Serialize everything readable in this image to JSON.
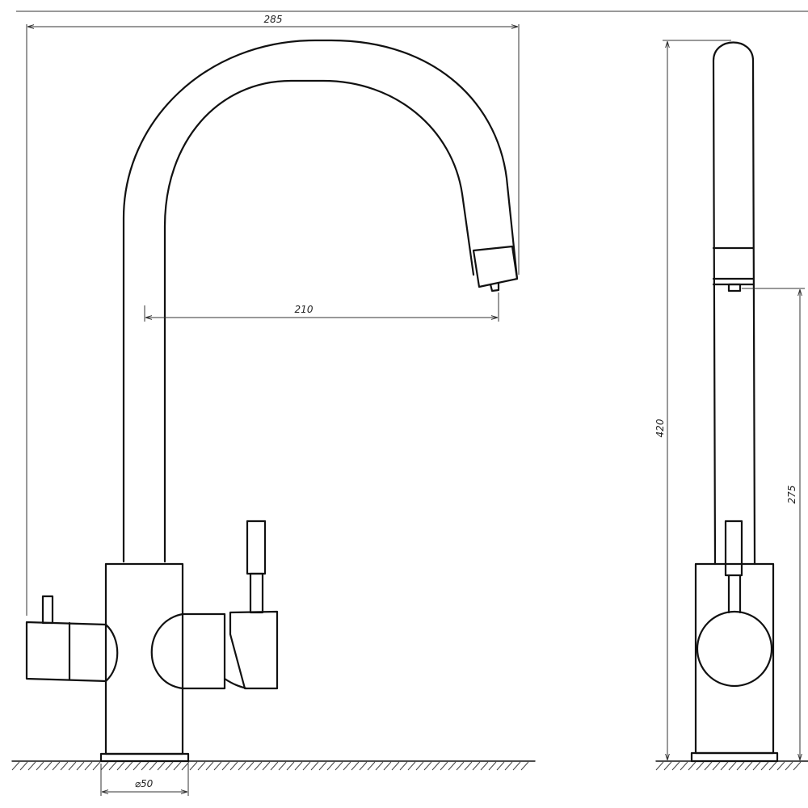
{
  "drawing": {
    "line_color": "#111111",
    "dimensions": {
      "overall_reach": "285",
      "spout_reach": "210",
      "base_diameter": "⌀50",
      "overall_height": "420",
      "spout_height": "275"
    }
  }
}
